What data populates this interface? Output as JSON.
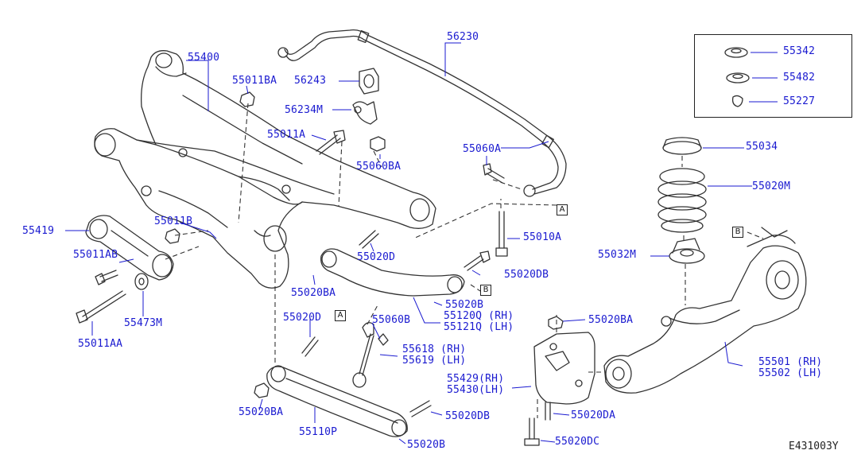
{
  "colors": {
    "outline": "#333333",
    "label": "#1a1ad0",
    "leader": "#1a1ad0",
    "background": "#ffffff"
  },
  "diagram": {
    "code": "E431003Y",
    "ref_markers": {
      "a": "A",
      "b": "B"
    },
    "parts": {
      "p55400": "55400",
      "p56230": "56230",
      "p55011BA": "55011BA",
      "p56243": "56243",
      "p56234M": "56234M",
      "p55011A": "55011A",
      "p55060BA": "55060BA",
      "p55060A": "55060A",
      "p55342": "55342",
      "p55482": "55482",
      "p55227": "55227",
      "p55034": "55034",
      "p55020M": "55020M",
      "p55419": "55419",
      "p55011B": "55011B",
      "p55011AB": "55011AB",
      "p55010A": "55010A",
      "p55020D_1": "55020D",
      "p55020DB_1": "55020DB",
      "p55032M": "55032M",
      "p55020BA_1": "55020BA",
      "p55020B_1": "55020B",
      "p55120Q": "55120Q (RH)",
      "p55121Q": "55121Q (LH)",
      "p55473M": "55473M",
      "p55011AA": "55011AA",
      "p55020D_2": "55020D",
      "p55060B": "55060B",
      "p55020BA_2": "55020BA",
      "p55618": "55618 (RH)",
      "p55619": "55619 (LH)",
      "p55501": "55501 (RH)",
      "p55502": "55502 (LH)",
      "p55429": "55429(RH)",
      "p55430": "55430(LH)",
      "p55020BA_3": "55020BA",
      "p55020DB_2": "55020DB",
      "p55110P": "55110P",
      "p55020DA": "55020DA",
      "p55020DC": "55020DC",
      "p55020B_2": "55020B"
    }
  }
}
